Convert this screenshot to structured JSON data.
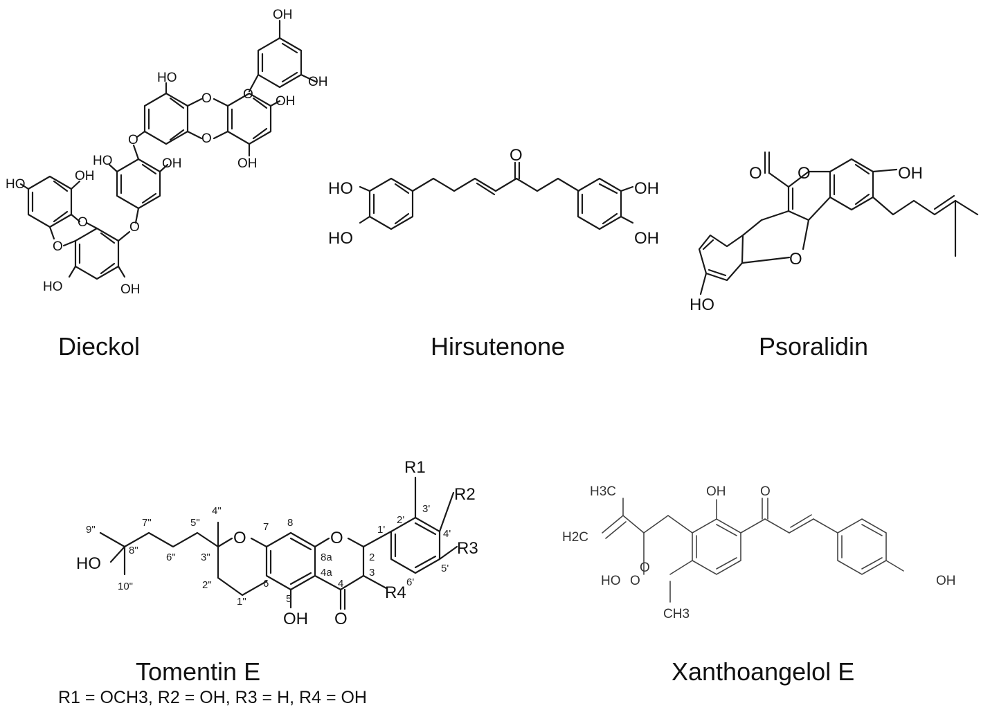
{
  "compounds": [
    {
      "name": "Dieckol"
    },
    {
      "name": "Hirsutenone"
    },
    {
      "name": "Psoralidin"
    },
    {
      "name": "Tomentin E",
      "note": "R1 = OCH3, R2 = OH, R3 = H, R4 = OH"
    },
    {
      "name": "Xanthoangelol E"
    }
  ],
  "atoms": {
    "oh": "OH",
    "ho": "HO",
    "o": "O",
    "h3c": "H3C",
    "h2c": "H2C",
    "ch3": "CH3",
    "r1": "R1",
    "r2": "R2",
    "r3": "R3",
    "r4": "R4"
  },
  "tomentin_locants": [
    "9\"",
    "8\"",
    "10\"",
    "7\"",
    "6\"",
    "5\"",
    "4\"",
    "3\"",
    "2\"",
    "1\"",
    "7",
    "8",
    "8a",
    "6",
    "5",
    "4a",
    "4",
    "3",
    "2",
    "1'",
    "2'",
    "3'",
    "4'",
    "5'",
    "6'"
  ]
}
